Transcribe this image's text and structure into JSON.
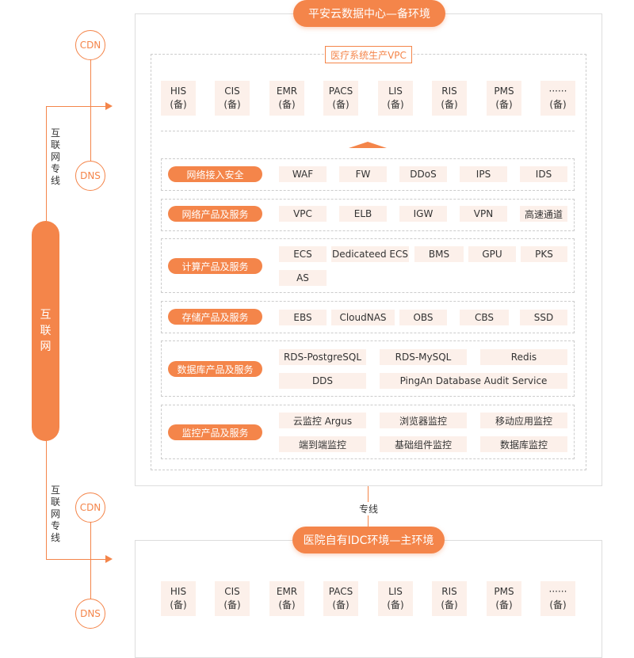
{
  "edge": {
    "cdn_label": "CDN",
    "dns_label": "DNS",
    "internet_line_label": "互联网专线",
    "internet_label": "互联网"
  },
  "backup_env": {
    "title": "平安云数据中心—备环境",
    "vpc_label": "医疗系统生产VPC",
    "systems": [
      {
        "name": "HIS",
        "sub": "(备)"
      },
      {
        "name": "CIS",
        "sub": "(备)"
      },
      {
        "name": "EMR",
        "sub": "(备)"
      },
      {
        "name": "PACS",
        "sub": "(备)"
      },
      {
        "name": "LIS",
        "sub": "(备)"
      },
      {
        "name": "RIS",
        "sub": "(备)"
      },
      {
        "name": "PMS",
        "sub": "(备)"
      },
      {
        "name": "······",
        "sub": "(备)"
      }
    ],
    "layers": [
      {
        "category": "网络接入安全",
        "items": [
          "WAF",
          "FW",
          "DDoS",
          "IPS",
          "IDS"
        ]
      },
      {
        "category": "网络产品及服务",
        "items": [
          "VPC",
          "ELB",
          "IGW",
          "VPN",
          "高速通道"
        ]
      },
      {
        "category": "计算产品及服务",
        "items": [
          "ECS",
          "Dedicateed ECS",
          "BMS",
          "GPU",
          "PKS",
          "AS"
        ]
      },
      {
        "category": "存储产品及服务",
        "items": [
          "EBS",
          "CloudNAS",
          "OBS",
          "CBS",
          "SSD"
        ]
      },
      {
        "category": "数据库产品及服务",
        "items": [
          "RDS-PostgreSQL",
          "RDS-MySQL",
          "Redis",
          "DDS",
          "PingAn Database Audit Service"
        ]
      },
      {
        "category": "监控产品及服务",
        "items": [
          "云监控 Argus",
          "浏览器监控",
          "移动应用监控",
          "端到端监控",
          "基础组件监控",
          "数据库监控"
        ]
      }
    ]
  },
  "connector": {
    "label": "专线"
  },
  "primary_env": {
    "title": "医院自有IDC环境—主环境",
    "systems": [
      {
        "name": "HIS",
        "sub": "(备)"
      },
      {
        "name": "CIS",
        "sub": "(备)"
      },
      {
        "name": "EMR",
        "sub": "(备)"
      },
      {
        "name": "PACS",
        "sub": "(备)"
      },
      {
        "name": "LIS",
        "sub": "(备)"
      },
      {
        "name": "RIS",
        "sub": "(备)"
      },
      {
        "name": "PMS",
        "sub": "(备)"
      },
      {
        "name": "······",
        "sub": "(备)"
      }
    ]
  }
}
